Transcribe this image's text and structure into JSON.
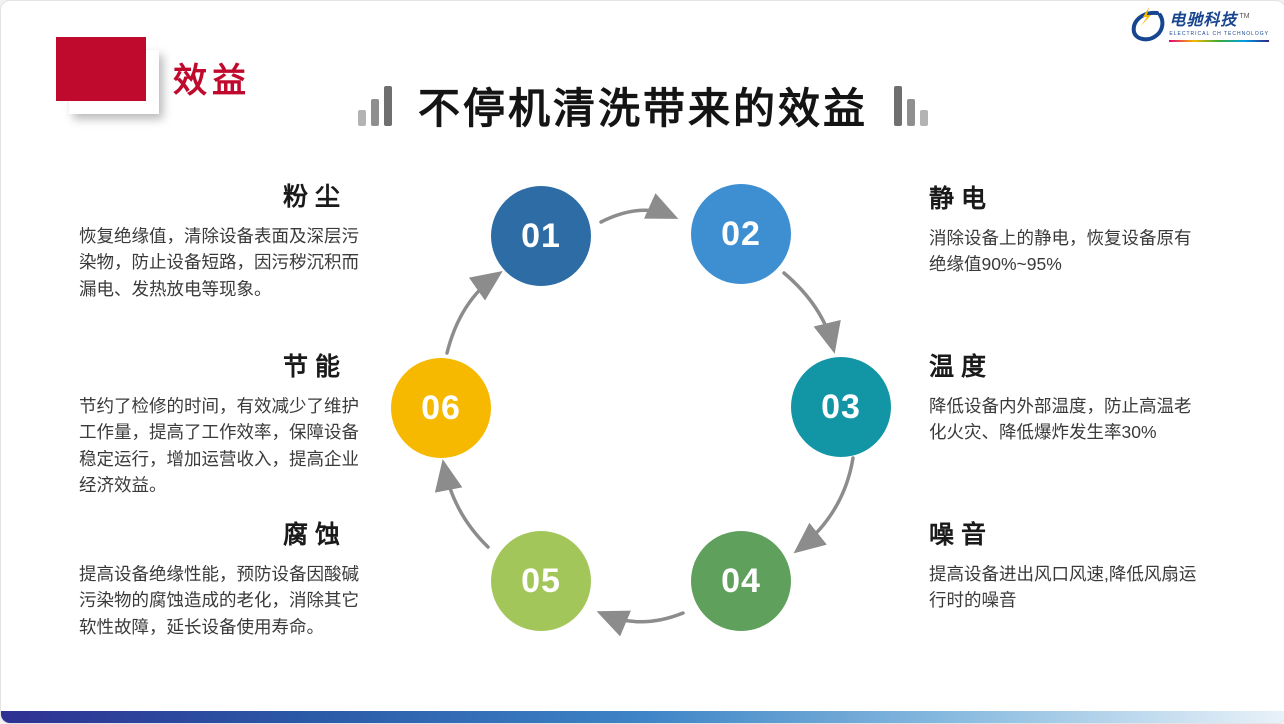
{
  "page": {
    "section_label": "效益",
    "title": "不停机清洗带来的效益"
  },
  "logo": {
    "name": "电驰科技",
    "subtitle": "ELECTRICAL CH TECHNOLOGY",
    "trademark": "TM"
  },
  "diagram": {
    "type": "cycle",
    "direction": "clockwise",
    "arrow_color": "#8c8c8c",
    "steps": [
      {
        "number": "01",
        "color": "#2D6CA4"
      },
      {
        "number": "02",
        "color": "#3D8FD1"
      },
      {
        "number": "03",
        "color": "#1296A5"
      },
      {
        "number": "04",
        "color": "#5FA05C"
      },
      {
        "number": "05",
        "color": "#A3C65B"
      },
      {
        "number": "06",
        "color": "#F7B900"
      }
    ]
  },
  "benefits": {
    "left": [
      {
        "title": "粉尘",
        "body": "恢复绝缘值，清除设备表面及深层污染物，防止设备短路，因污秽沉积而漏电、发热放电等现象。"
      },
      {
        "title": "节能",
        "body": "节约了检修的时间，有效减少了维护工作量，提高了工作效率，保障设备稳定运行，增加运营收入，提高企业经济效益。"
      },
      {
        "title": "腐蚀",
        "body": "提高设备绝缘性能，预防设备因酸碱污染物的腐蚀造成的老化，消除其它软性故障，延长设备使用寿命。"
      }
    ],
    "right": [
      {
        "title": "静电",
        "body": "消除设备上的静电，恢复设备原有绝缘值90%~95%"
      },
      {
        "title": "温度",
        "body": "降低设备内外部温度，防止高温老化火灾、降低爆炸发生率30%"
      },
      {
        "title": "噪音",
        "body": "提高设备进出风口风速,降低风扇运行时的噪音"
      }
    ]
  },
  "colors": {
    "accent_red": "#C00A2D",
    "title_text": "#141414",
    "body_text": "#3a3a3a",
    "bottom_bar_gradient": [
      "#2E3192",
      "#2B5BA8",
      "#3E84C6",
      "#8BBCE0",
      "#E9F2F9"
    ]
  }
}
